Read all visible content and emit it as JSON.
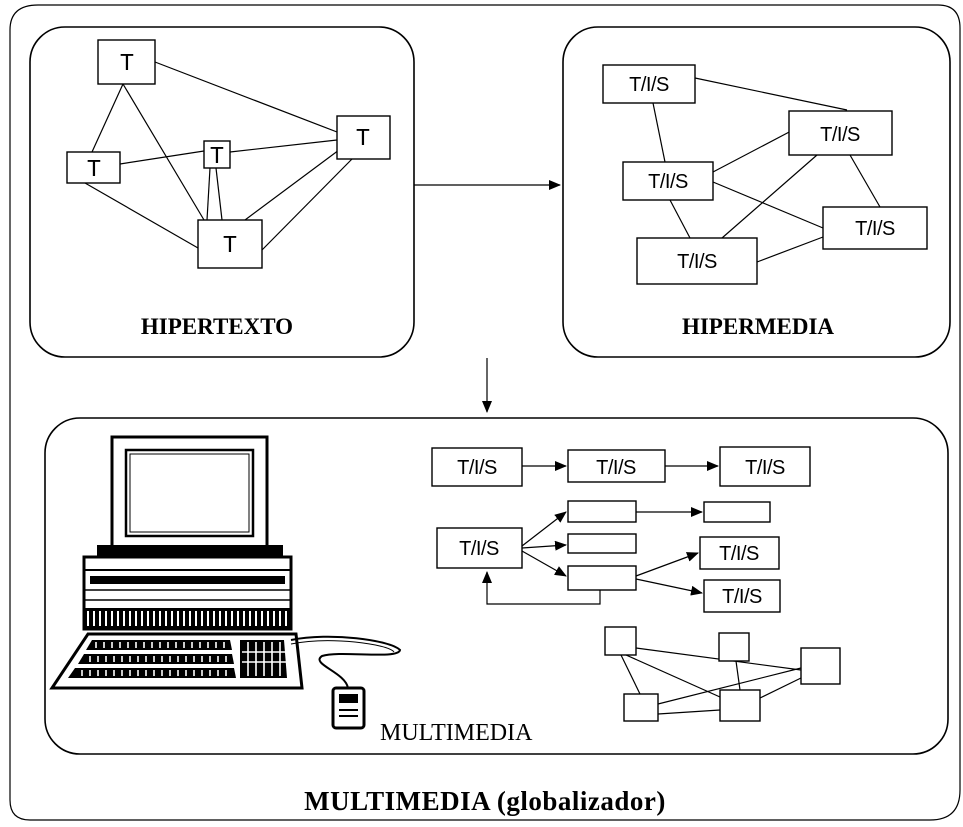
{
  "hipertexto": {
    "title": "HIPERTEXTO",
    "node_label": "T"
  },
  "hipermedia": {
    "title": "HIPERMEDIA",
    "node_label": "T/I/S"
  },
  "multimedia": {
    "title": "MULTIMEDIA",
    "node_label": "T/I/S"
  },
  "global": {
    "title": "MULTIMEDIA (globalizador)"
  }
}
